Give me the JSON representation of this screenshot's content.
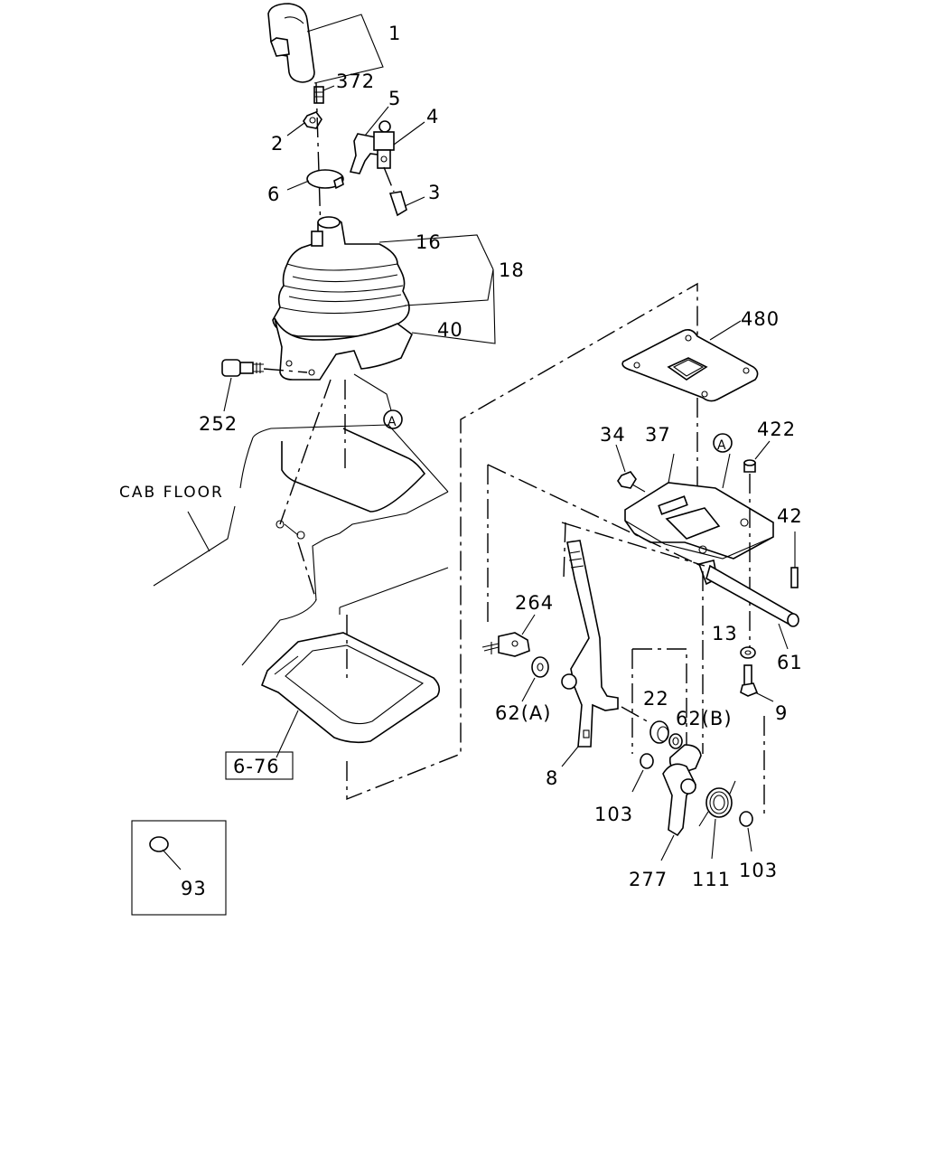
{
  "callouts": {
    "p1": "1",
    "p372": "372",
    "p5": "5",
    "p4": "4",
    "p2": "2",
    "p6": "6",
    "p3": "3",
    "p16": "16",
    "p18": "18",
    "p40": "40",
    "p252": "252",
    "p480": "480",
    "p34": "34",
    "p37": "37",
    "p422": "422",
    "p42": "42",
    "p264": "264",
    "p13": "13",
    "p61": "61",
    "p9": "9",
    "p62a": "62(A)",
    "p22": "22",
    "p62b": "62(B)",
    "p8": "8",
    "p103a": "103",
    "p103b": "103",
    "p277": "277",
    "p111": "111",
    "p93": "93"
  },
  "refs": {
    "marker_a": "A",
    "cab_floor": "CAB FLOOR",
    "see_figure": "6-76"
  }
}
